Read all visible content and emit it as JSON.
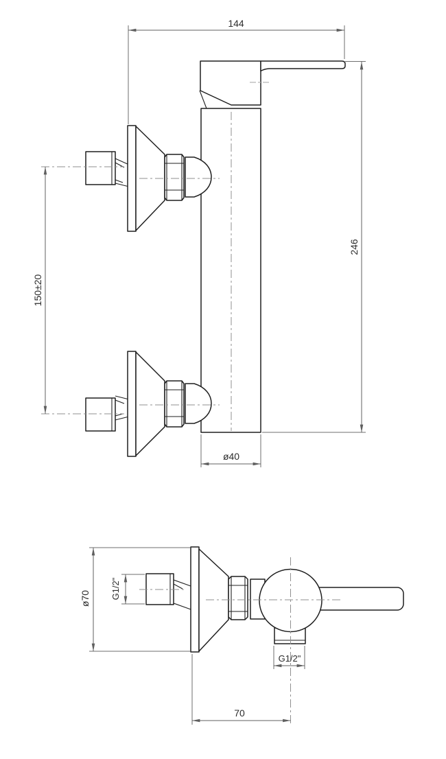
{
  "labels": {
    "handle_width": "144",
    "overall_height": "246",
    "inlet_spacing": "150±20",
    "body_diameter": "ø40",
    "escutcheon_diameter": "ø70",
    "inlet_thread": "G1/2\"",
    "outlet_thread": "G1/2\"",
    "depth": "70"
  },
  "colors": {
    "background": "#ffffff",
    "object_line": "#1f1f1f",
    "dimension_line": "#5f5f5f",
    "centerline": "#8f8f8f",
    "label_text": "#2b2b2b"
  }
}
